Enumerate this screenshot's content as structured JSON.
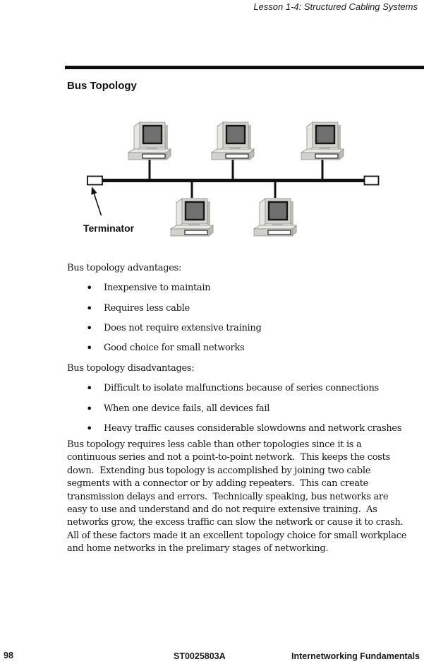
{
  "page": {
    "header_title": "Lesson 1-4: Structured Cabling Systems",
    "section_heading": "Bus Topology"
  },
  "icons": {
    "bullet": "•"
  },
  "diagram": {
    "type": "bus-topology-network",
    "terminator_label": "Terminator",
    "computer_count": 5,
    "computers_above_bus": 3,
    "computers_below_bus": 2,
    "colors": {
      "bus_cable": "#111111",
      "terminator_fill": "#ffffff",
      "computer_body": "#d2d2cc",
      "computer_screen": "#707070"
    }
  },
  "advantages": {
    "title": "Bus topology advantages:",
    "items": [
      "Inexpensive to maintain",
      "Requires less cable",
      "Does not require extensive training",
      "Good choice for small networks"
    ]
  },
  "disadvantages": {
    "title": "Bus topology disadvantages:",
    "items": [
      "Difficult to isolate malfunctions because of series connections",
      "When one device fails, all devices fail",
      "Heavy traffic causes considerable slowdowns and network crashes"
    ]
  },
  "paragraph": {
    "lines": [
      "Bus topology requires less cable than other topologies since it is a",
      "continuous series and not a point-to-point network.  This keeps the costs",
      "down.  Extending bus topology is accomplished by joining two cable",
      "segments with a connector or by adding repeaters.  This can create",
      "transmission delays and errors.  Technically speaking, bus networks are",
      "easy to use and understand and do not require extensive training.  As",
      "networks grow, the excess traffic can slow the network or cause it to crash.",
      "All of these factors made it an excellent topology choice for small workplace",
      "and home networks in the prelimary stages of networking."
    ]
  },
  "footer": {
    "page_number": "98",
    "doc_code": "ST0025803A",
    "doc_title": "Internetworking Fundamentals"
  }
}
